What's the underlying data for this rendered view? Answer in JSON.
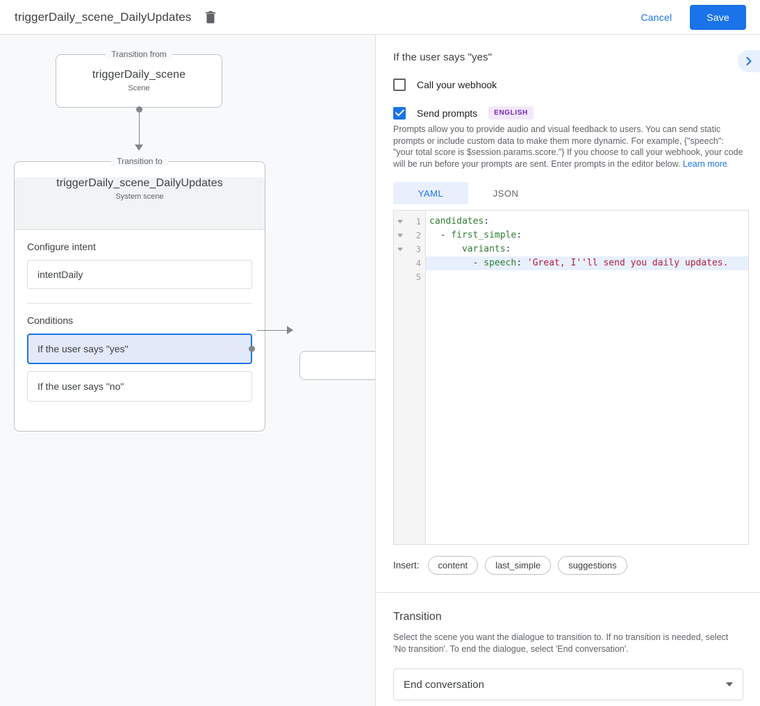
{
  "topbar": {
    "title": "triggerDaily_scene_DailyUpdates",
    "delete_icon": "trash-icon",
    "cancel_label": "Cancel",
    "save_label": "Save",
    "accent_color": "#1a73e8"
  },
  "graph": {
    "from_node": {
      "legend": "Transition from",
      "title": "triggerDaily_scene",
      "subtitle": "Scene"
    },
    "to_node": {
      "legend": "Transition to",
      "title": "triggerDaily_scene_DailyUpdates",
      "subtitle": "System scene"
    },
    "intent_section": {
      "label": "Configure intent",
      "value": "intentDaily"
    },
    "conditions_section": {
      "label": "Conditions",
      "items": [
        {
          "label": "If the user says \"yes\"",
          "selected": true
        },
        {
          "label": "If the user says \"no\"",
          "selected": false
        }
      ]
    }
  },
  "right_panel": {
    "expand_icon": "chevron-right-icon",
    "title": "If the user says \"yes\"",
    "webhook_checkbox": {
      "label": "Call your webhook",
      "checked": false
    },
    "send_prompts_checkbox": {
      "label": "Send prompts",
      "checked": true,
      "badge": "ENGLISH",
      "badge_bg": "#f3e8fd",
      "badge_color": "#7627bb"
    },
    "help_text": "Prompts allow you to provide audio and visual feedback to users. You can send static prompts or include custom data to make them more dynamic. For example, {\"speech\": \"your total score is $session.params.score.\"} If you choose to call your webhook, your code will be run before your prompts are sent. Enter prompts in the editor below.",
    "help_link": "Learn more",
    "tabs": [
      {
        "label": "YAML",
        "active": true
      },
      {
        "label": "JSON",
        "active": false
      }
    ],
    "editor": {
      "lines": [
        {
          "num": "1",
          "fold": true,
          "highlight": false,
          "segments": [
            {
              "t": "candidates",
              "c": "key"
            },
            {
              "t": ":",
              "c": "punct"
            }
          ]
        },
        {
          "num": "2",
          "fold": true,
          "highlight": false,
          "segments": [
            {
              "t": "  - ",
              "c": "punct"
            },
            {
              "t": "first_simple",
              "c": "key"
            },
            {
              "t": ":",
              "c": "punct"
            }
          ]
        },
        {
          "num": "3",
          "fold": true,
          "highlight": false,
          "segments": [
            {
              "t": "      ",
              "c": "punct"
            },
            {
              "t": "variants",
              "c": "key"
            },
            {
              "t": ":",
              "c": "punct"
            }
          ]
        },
        {
          "num": "4",
          "fold": false,
          "highlight": true,
          "segments": [
            {
              "t": "        - ",
              "c": "punct"
            },
            {
              "t": "speech",
              "c": "key"
            },
            {
              "t": ": ",
              "c": "punct"
            },
            {
              "t": "'Great, I''ll send you daily updates.",
              "c": "str"
            }
          ]
        },
        {
          "num": "5",
          "fold": false,
          "highlight": false,
          "segments": [
            {
              "t": "",
              "c": "punct"
            }
          ]
        }
      ]
    },
    "insert": {
      "label": "Insert:",
      "chips": [
        "content",
        "last_simple",
        "suggestions"
      ]
    },
    "transition": {
      "title": "Transition",
      "description": "Select the scene you want the dialogue to transition to. If no transition is needed, select 'No transition'. To end the dialogue, select 'End conversation'.",
      "selected_value": "End conversation"
    }
  }
}
